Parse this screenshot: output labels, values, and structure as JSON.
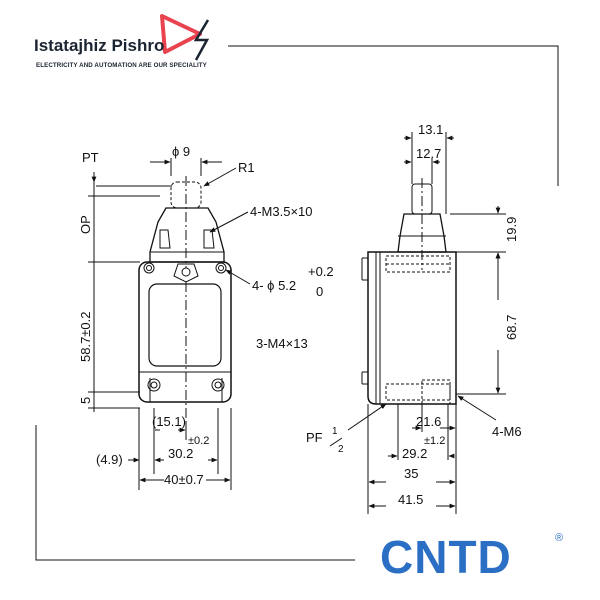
{
  "brand": {
    "name": "Istatajhiz Pishro",
    "tagline": "ELECTRICITY AND AUTOMATION ARE OUR SPECIALITY",
    "accent_color": "#e8434f",
    "text_color": "#1b2431"
  },
  "logo": {
    "text": "CNTD",
    "reg": "®",
    "color": "#2a6fc4"
  },
  "front_view": {
    "labels": {
      "pt": "PT",
      "op": "OP",
      "phi9": "ϕ 9",
      "r1": "R1",
      "m35": "4-M3.5×10",
      "phi52": "4- ϕ 5.2",
      "tol_top": "+0.2",
      "tol_zero": "0",
      "m4": "3-M4×13",
      "h587": "58.7±0.2",
      "h5": "5",
      "w151": "(15.1)",
      "tol_pm02": "±0.2",
      "w302": "30.2",
      "w49": "(4.9)",
      "w40": "40±0.7"
    }
  },
  "side_view": {
    "labels": {
      "w131": "13.1",
      "w127": "12.7",
      "h199": "19.9",
      "h687": "68.7",
      "pf": "PF",
      "pf_num": "1",
      "pf_den": "2",
      "w216": "21.6",
      "tol_pm12": "±1.2",
      "w292": "29.2",
      "m6": "4-M6",
      "w35": "35",
      "w415": "41.5"
    }
  }
}
